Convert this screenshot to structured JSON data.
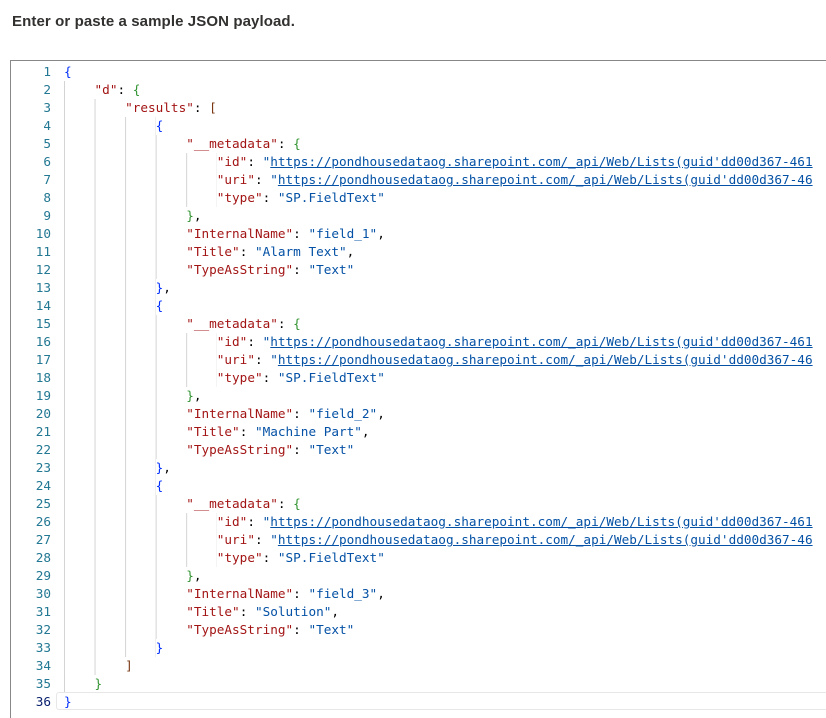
{
  "header": {
    "title": "Enter or paste a sample JSON payload."
  },
  "theme": {
    "editor_border": "#8a8886",
    "line_number": "#237893",
    "line_number_active": "#0b216f",
    "key": "#a31515",
    "string_value": "#0451a5",
    "bracket_level1": "#0431fa",
    "bracket_level2": "#319331",
    "bracket_level3": "#7b3814",
    "indent_guide": "#d3d3d3",
    "current_line_border": "#e7e7e7"
  },
  "editor": {
    "language": "json",
    "active_line": 36,
    "lines": [
      {
        "n": 1,
        "indent": 0,
        "tokens": [
          [
            "b1",
            "{"
          ]
        ]
      },
      {
        "n": 2,
        "indent": 4,
        "tokens": [
          [
            "key",
            "\"d\""
          ],
          [
            "pun",
            ": "
          ],
          [
            "b2",
            "{"
          ]
        ]
      },
      {
        "n": 3,
        "indent": 8,
        "tokens": [
          [
            "key",
            "\"results\""
          ],
          [
            "pun",
            ": "
          ],
          [
            "b3",
            "["
          ]
        ]
      },
      {
        "n": 4,
        "indent": 12,
        "tokens": [
          [
            "b1",
            "{"
          ]
        ]
      },
      {
        "n": 5,
        "indent": 16,
        "tokens": [
          [
            "key",
            "\"__metadata\""
          ],
          [
            "pun",
            ": "
          ],
          [
            "b2",
            "{"
          ]
        ]
      },
      {
        "n": 6,
        "indent": 20,
        "tokens": [
          [
            "key",
            "\"id\""
          ],
          [
            "pun",
            ": "
          ],
          [
            "val",
            "\""
          ],
          [
            "url",
            "https://pondhousedataog.sharepoint.com/_api/Web/Lists(guid'dd00d367-461"
          ]
        ]
      },
      {
        "n": 7,
        "indent": 20,
        "tokens": [
          [
            "key",
            "\"uri\""
          ],
          [
            "pun",
            ": "
          ],
          [
            "val",
            "\""
          ],
          [
            "url",
            "https://pondhousedataog.sharepoint.com/_api/Web/Lists(guid'dd00d367-46"
          ]
        ]
      },
      {
        "n": 8,
        "indent": 20,
        "tokens": [
          [
            "key",
            "\"type\""
          ],
          [
            "pun",
            ": "
          ],
          [
            "val",
            "\"SP.FieldText\""
          ]
        ]
      },
      {
        "n": 9,
        "indent": 16,
        "tokens": [
          [
            "b2",
            "}"
          ],
          [
            "pun",
            ","
          ]
        ]
      },
      {
        "n": 10,
        "indent": 16,
        "tokens": [
          [
            "key",
            "\"InternalName\""
          ],
          [
            "pun",
            ": "
          ],
          [
            "val",
            "\"field_1\""
          ],
          [
            "pun",
            ","
          ]
        ]
      },
      {
        "n": 11,
        "indent": 16,
        "tokens": [
          [
            "key",
            "\"Title\""
          ],
          [
            "pun",
            ": "
          ],
          [
            "val",
            "\"Alarm Text\""
          ],
          [
            "pun",
            ","
          ]
        ]
      },
      {
        "n": 12,
        "indent": 16,
        "tokens": [
          [
            "key",
            "\"TypeAsString\""
          ],
          [
            "pun",
            ": "
          ],
          [
            "val",
            "\"Text\""
          ]
        ]
      },
      {
        "n": 13,
        "indent": 12,
        "tokens": [
          [
            "b1",
            "}"
          ],
          [
            "pun",
            ","
          ]
        ]
      },
      {
        "n": 14,
        "indent": 12,
        "tokens": [
          [
            "b1",
            "{"
          ]
        ]
      },
      {
        "n": 15,
        "indent": 16,
        "tokens": [
          [
            "key",
            "\"__metadata\""
          ],
          [
            "pun",
            ": "
          ],
          [
            "b2",
            "{"
          ]
        ]
      },
      {
        "n": 16,
        "indent": 20,
        "tokens": [
          [
            "key",
            "\"id\""
          ],
          [
            "pun",
            ": "
          ],
          [
            "val",
            "\""
          ],
          [
            "url",
            "https://pondhousedataog.sharepoint.com/_api/Web/Lists(guid'dd00d367-461"
          ]
        ]
      },
      {
        "n": 17,
        "indent": 20,
        "tokens": [
          [
            "key",
            "\"uri\""
          ],
          [
            "pun",
            ": "
          ],
          [
            "val",
            "\""
          ],
          [
            "url",
            "https://pondhousedataog.sharepoint.com/_api/Web/Lists(guid'dd00d367-46"
          ]
        ]
      },
      {
        "n": 18,
        "indent": 20,
        "tokens": [
          [
            "key",
            "\"type\""
          ],
          [
            "pun",
            ": "
          ],
          [
            "val",
            "\"SP.FieldText\""
          ]
        ]
      },
      {
        "n": 19,
        "indent": 16,
        "tokens": [
          [
            "b2",
            "}"
          ],
          [
            "pun",
            ","
          ]
        ]
      },
      {
        "n": 20,
        "indent": 16,
        "tokens": [
          [
            "key",
            "\"InternalName\""
          ],
          [
            "pun",
            ": "
          ],
          [
            "val",
            "\"field_2\""
          ],
          [
            "pun",
            ","
          ]
        ]
      },
      {
        "n": 21,
        "indent": 16,
        "tokens": [
          [
            "key",
            "\"Title\""
          ],
          [
            "pun",
            ": "
          ],
          [
            "val",
            "\"Machine Part\""
          ],
          [
            "pun",
            ","
          ]
        ]
      },
      {
        "n": 22,
        "indent": 16,
        "tokens": [
          [
            "key",
            "\"TypeAsString\""
          ],
          [
            "pun",
            ": "
          ],
          [
            "val",
            "\"Text\""
          ]
        ]
      },
      {
        "n": 23,
        "indent": 12,
        "tokens": [
          [
            "b1",
            "}"
          ],
          [
            "pun",
            ","
          ]
        ]
      },
      {
        "n": 24,
        "indent": 12,
        "tokens": [
          [
            "b1",
            "{"
          ]
        ]
      },
      {
        "n": 25,
        "indent": 16,
        "tokens": [
          [
            "key",
            "\"__metadata\""
          ],
          [
            "pun",
            ": "
          ],
          [
            "b2",
            "{"
          ]
        ]
      },
      {
        "n": 26,
        "indent": 20,
        "tokens": [
          [
            "key",
            "\"id\""
          ],
          [
            "pun",
            ": "
          ],
          [
            "val",
            "\""
          ],
          [
            "url",
            "https://pondhousedataog.sharepoint.com/_api/Web/Lists(guid'dd00d367-461"
          ]
        ]
      },
      {
        "n": 27,
        "indent": 20,
        "tokens": [
          [
            "key",
            "\"uri\""
          ],
          [
            "pun",
            ": "
          ],
          [
            "val",
            "\""
          ],
          [
            "url",
            "https://pondhousedataog.sharepoint.com/_api/Web/Lists(guid'dd00d367-46"
          ]
        ]
      },
      {
        "n": 28,
        "indent": 20,
        "tokens": [
          [
            "key",
            "\"type\""
          ],
          [
            "pun",
            ": "
          ],
          [
            "val",
            "\"SP.FieldText\""
          ]
        ]
      },
      {
        "n": 29,
        "indent": 16,
        "tokens": [
          [
            "b2",
            "}"
          ],
          [
            "pun",
            ","
          ]
        ]
      },
      {
        "n": 30,
        "indent": 16,
        "tokens": [
          [
            "key",
            "\"InternalName\""
          ],
          [
            "pun",
            ": "
          ],
          [
            "val",
            "\"field_3\""
          ],
          [
            "pun",
            ","
          ]
        ]
      },
      {
        "n": 31,
        "indent": 16,
        "tokens": [
          [
            "key",
            "\"Title\""
          ],
          [
            "pun",
            ": "
          ],
          [
            "val",
            "\"Solution\""
          ],
          [
            "pun",
            ","
          ]
        ]
      },
      {
        "n": 32,
        "indent": 16,
        "tokens": [
          [
            "key",
            "\"TypeAsString\""
          ],
          [
            "pun",
            ": "
          ],
          [
            "val",
            "\"Text\""
          ]
        ]
      },
      {
        "n": 33,
        "indent": 12,
        "tokens": [
          [
            "b1",
            "}"
          ]
        ]
      },
      {
        "n": 34,
        "indent": 8,
        "tokens": [
          [
            "b3",
            "]"
          ]
        ]
      },
      {
        "n": 35,
        "indent": 4,
        "tokens": [
          [
            "b2",
            "}"
          ]
        ]
      },
      {
        "n": 36,
        "indent": 0,
        "tokens": [
          [
            "b1",
            "}"
          ]
        ],
        "active": true
      }
    ]
  }
}
